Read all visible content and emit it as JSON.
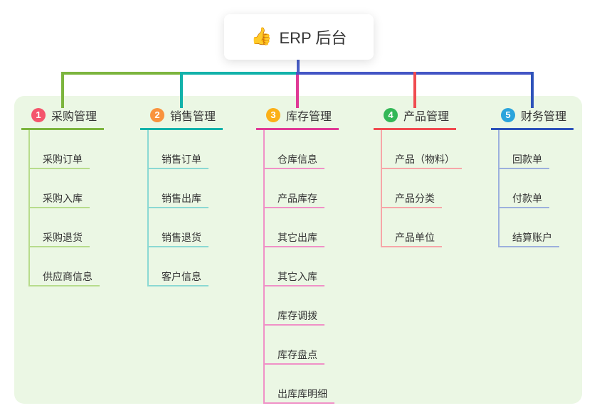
{
  "root": {
    "icon_glyph": "👍",
    "label": "ERP 后台"
  },
  "colors": {
    "page_bg": "#ffffff",
    "panel_bg": "#ebf7e4",
    "root_box_bg": "#ffffff",
    "root_line": "#4a5fc8",
    "text": "#333333",
    "horizontal_segments": [
      {
        "name": "left-green",
        "color": "#7cb53e"
      },
      {
        "name": "mid-teal",
        "color": "#13b2aa"
      },
      {
        "name": "right-blue",
        "color": "#4456c5"
      }
    ]
  },
  "branches": [
    {
      "num": "1",
      "label": "采购管理",
      "badge_color": "#f4566c",
      "line_color": "#7cb53e",
      "light_color": "#b7dc8c",
      "items": [
        "采购订单",
        "采购入库",
        "采购退货",
        "供应商信息"
      ]
    },
    {
      "num": "2",
      "label": "销售管理",
      "badge_color": "#f9933e",
      "line_color": "#13b2aa",
      "light_color": "#8bd9d3",
      "items": [
        "销售订单",
        "销售出库",
        "销售退货",
        "客户信息"
      ]
    },
    {
      "num": "3",
      "label": "库存管理",
      "badge_color": "#fbb018",
      "line_color": "#e03a96",
      "light_color": "#f091c7",
      "items": [
        "仓库信息",
        "产品库存",
        "其它出库",
        "其它入库",
        "库存调拨",
        "库存盘点",
        "出库库明细"
      ]
    },
    {
      "num": "4",
      "label": "产品管理",
      "badge_color": "#33b857",
      "line_color": "#f04b50",
      "light_color": "#f7a6a8",
      "items": [
        "产品（物料）",
        "产品分类",
        "产品单位"
      ]
    },
    {
      "num": "5",
      "label": "财务管理",
      "badge_color": "#2aa4dc",
      "line_color": "#2d52ba",
      "light_color": "#9cb0dd",
      "items": [
        "回款单",
        "付款单",
        "结算账户"
      ]
    }
  ]
}
